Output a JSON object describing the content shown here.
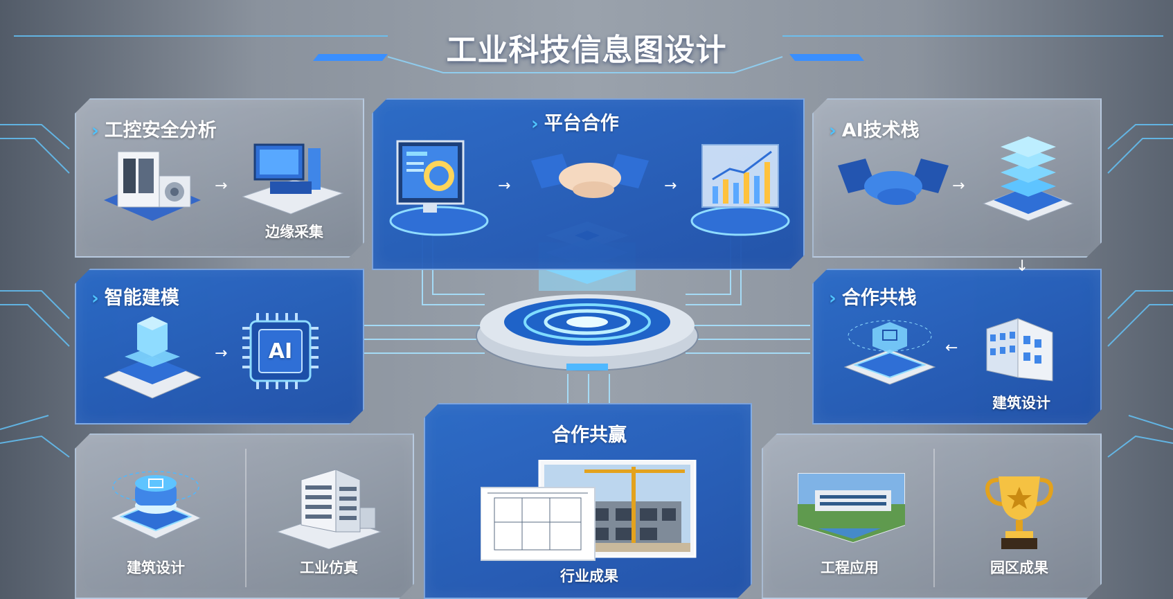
{
  "title": "工业科技信息图设计",
  "panels": {
    "security": {
      "title": "工控安全分析",
      "label": "边缘采集"
    },
    "platform": {
      "title": "平台合作"
    },
    "ai_stack": {
      "title": "AI技术栈"
    },
    "modeling": {
      "title": "智能建模",
      "chip_text": "AI"
    },
    "co_stack": {
      "title": "合作共栈",
      "label": "建筑设计"
    },
    "bottom_left": {
      "label_a": "建筑设计",
      "label_b": "工业仿真"
    },
    "win": {
      "title": "合作共赢",
      "label": "行业成果"
    },
    "bottom_right": {
      "label_a": "工程应用",
      "label_b": "园区成果"
    }
  },
  "colors": {
    "accent": "#4fc3ff",
    "panel_blue": "#2c6cc8",
    "panel_gray": "#9aa3ae"
  }
}
